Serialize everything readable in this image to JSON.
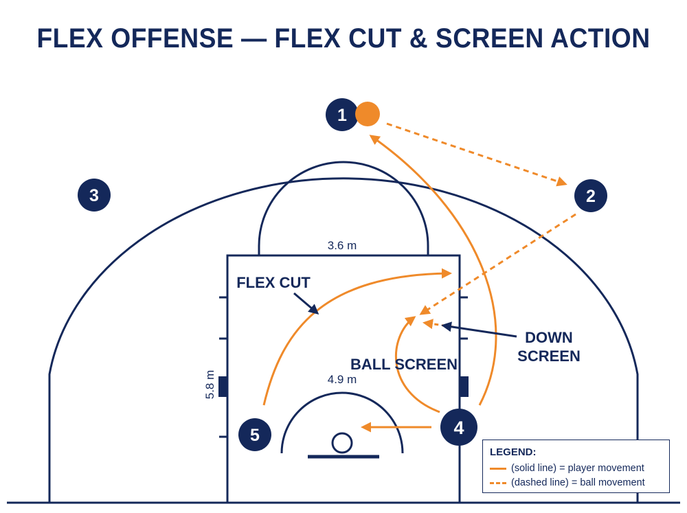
{
  "title": "FLEX OFFENSE — FLEX CUT & SCREEN ACTION",
  "colors": {
    "court_line": "#14285a",
    "player_fill": "#14285a",
    "movement": "#ef8a2a",
    "ball": "#ef8a2a"
  },
  "players": [
    {
      "label": "1",
      "has_ball": true
    },
    {
      "label": "2"
    },
    {
      "label": "3"
    },
    {
      "label": "4"
    },
    {
      "label": "5"
    }
  ],
  "dimensions": {
    "key_width": "3.6 m",
    "key_depth": "5.8 m",
    "restricted_arc": "4.9 m"
  },
  "annotations": {
    "flex_cut": "FLEX CUT",
    "ball_screen": "BALL SCREEN",
    "down_screen_1": "DOWN",
    "down_screen_2": "SCREEN"
  },
  "legend": {
    "title": "LEGEND:",
    "solid": "(solid line) = player movement",
    "dashed": "(dashed line) = ball movement"
  }
}
